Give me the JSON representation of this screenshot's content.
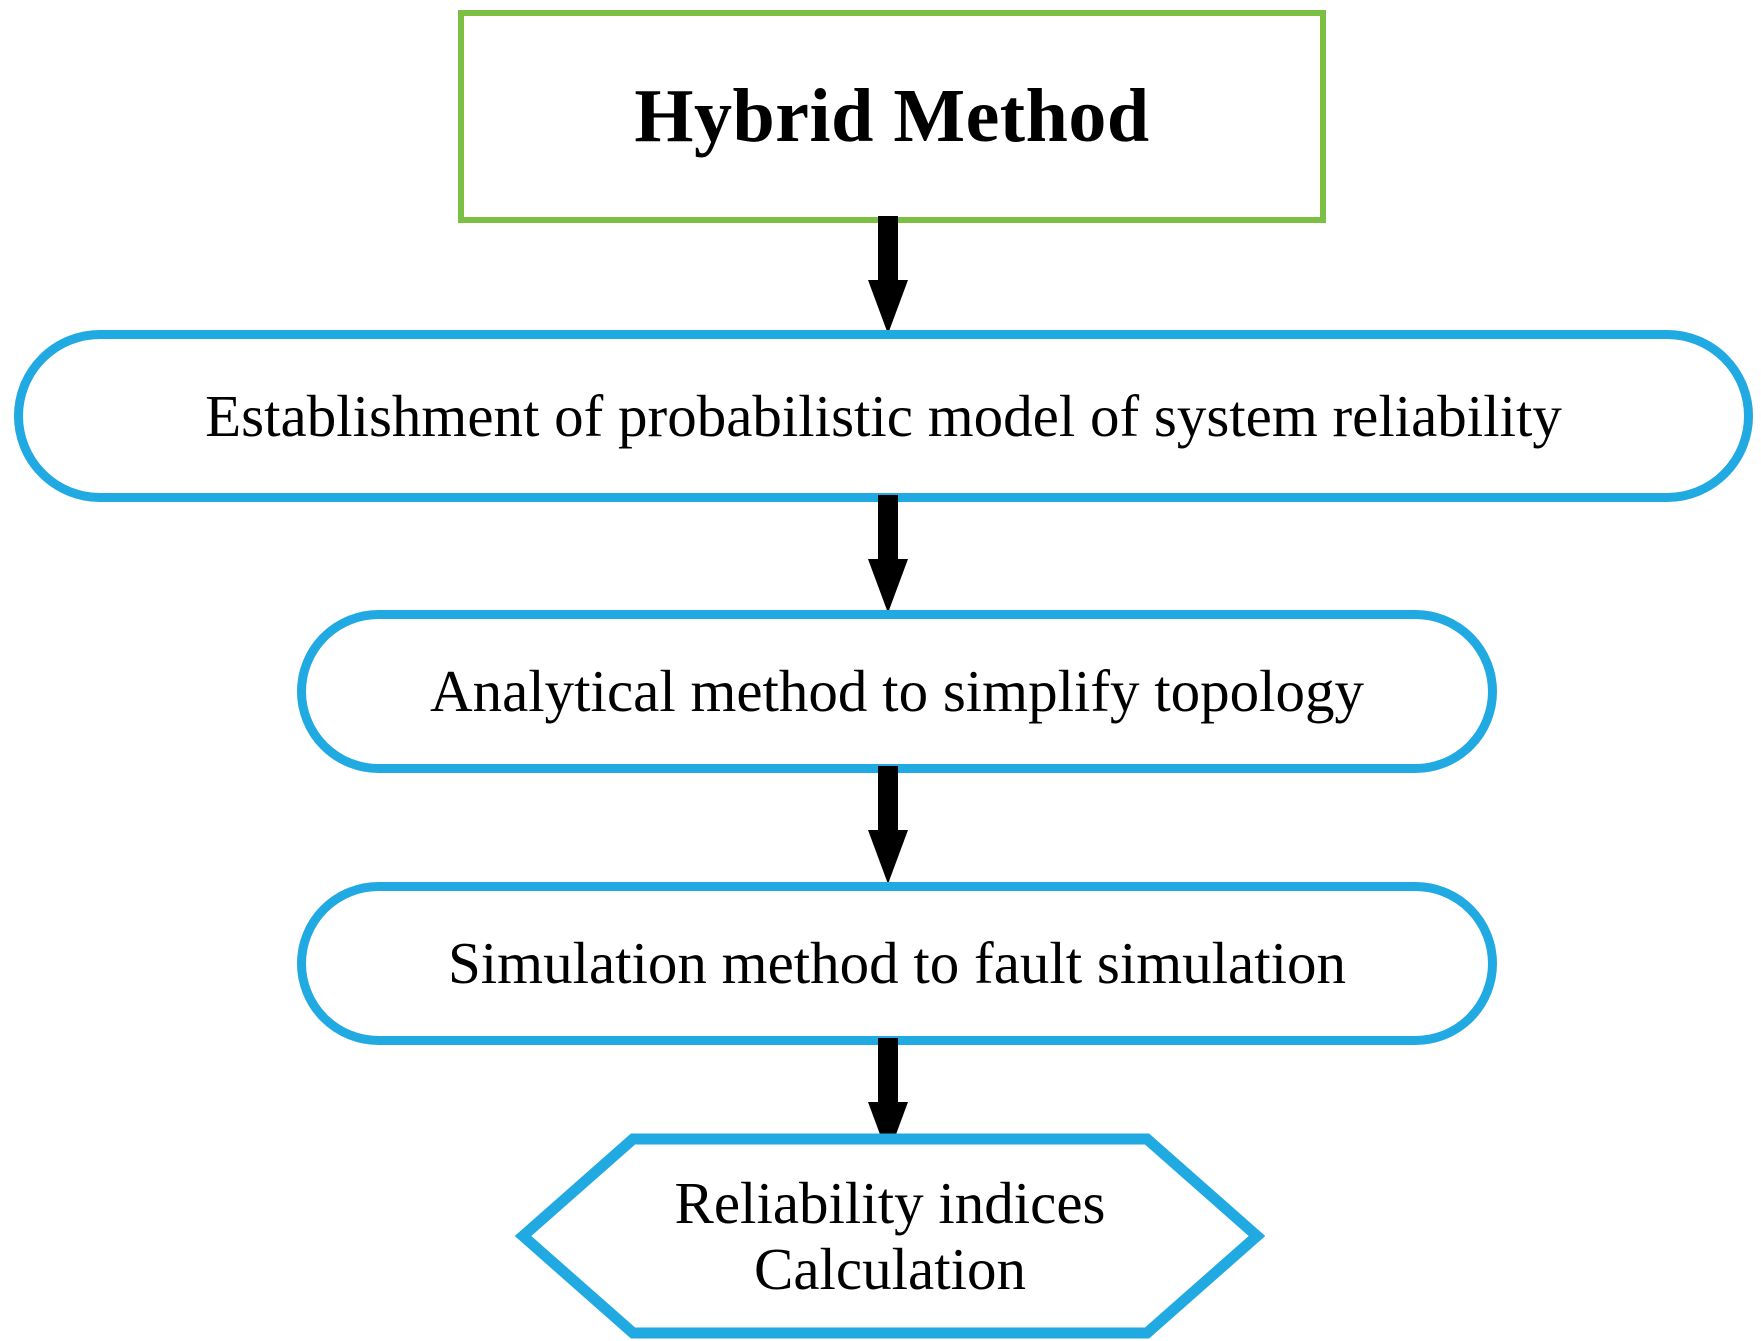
{
  "diagram": {
    "type": "flowchart",
    "orientation": "top-to-bottom",
    "colors": {
      "title_border": "#7bc043",
      "node_border": "#21a9e1",
      "arrow": "#000000",
      "background": "#ffffff",
      "text": "#000000"
    },
    "title": {
      "label": "Hybrid Method",
      "shape": "rectangle"
    },
    "steps": [
      {
        "id": "step-1",
        "label": "Establishment of probabilistic model of system reliability",
        "shape": "rounded-rectangle"
      },
      {
        "id": "step-2",
        "label": "Analytical method to simplify topology",
        "shape": "rounded-rectangle"
      },
      {
        "id": "step-3",
        "label": "Simulation method to fault simulation",
        "shape": "rounded-rectangle"
      }
    ],
    "result": {
      "id": "result",
      "shape": "hexagon",
      "line1": "Reliability indices",
      "line2": "Calculation"
    },
    "connectors": [
      {
        "id": "arrow-1",
        "from": "title",
        "to": "step-1",
        "glyph": "down-arrow"
      },
      {
        "id": "arrow-2",
        "from": "step-1",
        "to": "step-2",
        "glyph": "down-arrow"
      },
      {
        "id": "arrow-3",
        "from": "step-2",
        "to": "step-3",
        "glyph": "down-arrow"
      },
      {
        "id": "arrow-4",
        "from": "step-3",
        "to": "result",
        "glyph": "down-arrow"
      }
    ]
  }
}
